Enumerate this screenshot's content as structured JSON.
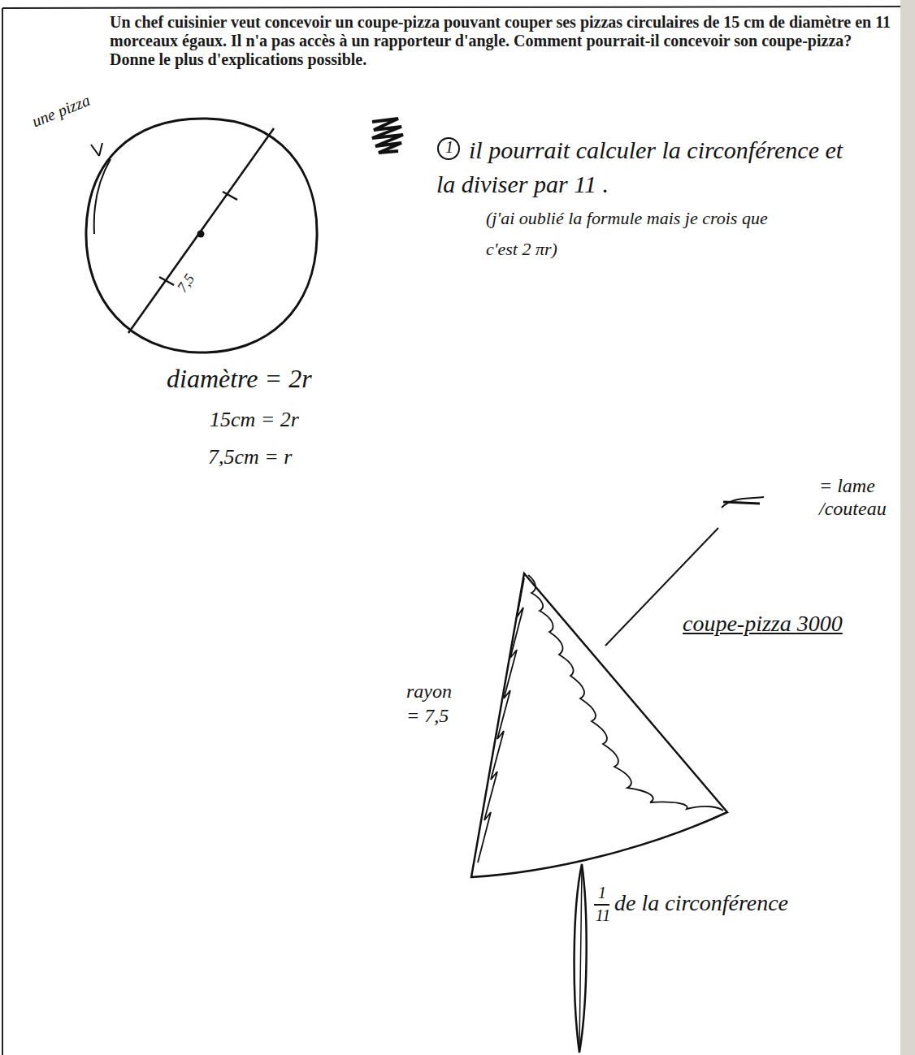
{
  "diagram": {
    "labels": [
      "Un chef cuisinier veut concevoir un coupe-pizza pouvant couper ses pizzas circulaires de 15 cm de diamètre en 11 morceaux égaux. Il n'a pas accès à un rapporteur d'angle. Comment pourrait-il concevoir son coupe-pizza? Donne le plus d'explications possible.",
      "une pizza",
      "7,5",
      "1",
      "il pourrait calculer la circonférence et la diviser par 11 .",
      "(j'ai oublié la formule mais je crois que c'est 2 πr)",
      "diamètre = 2r",
      "15cm = 2r",
      "7,5cm = r",
      "= lame /couteau",
      "coupe-pizza 3000",
      "rayon = 7,5",
      "1",
      "11",
      "de la circonférence"
    ]
  }
}
